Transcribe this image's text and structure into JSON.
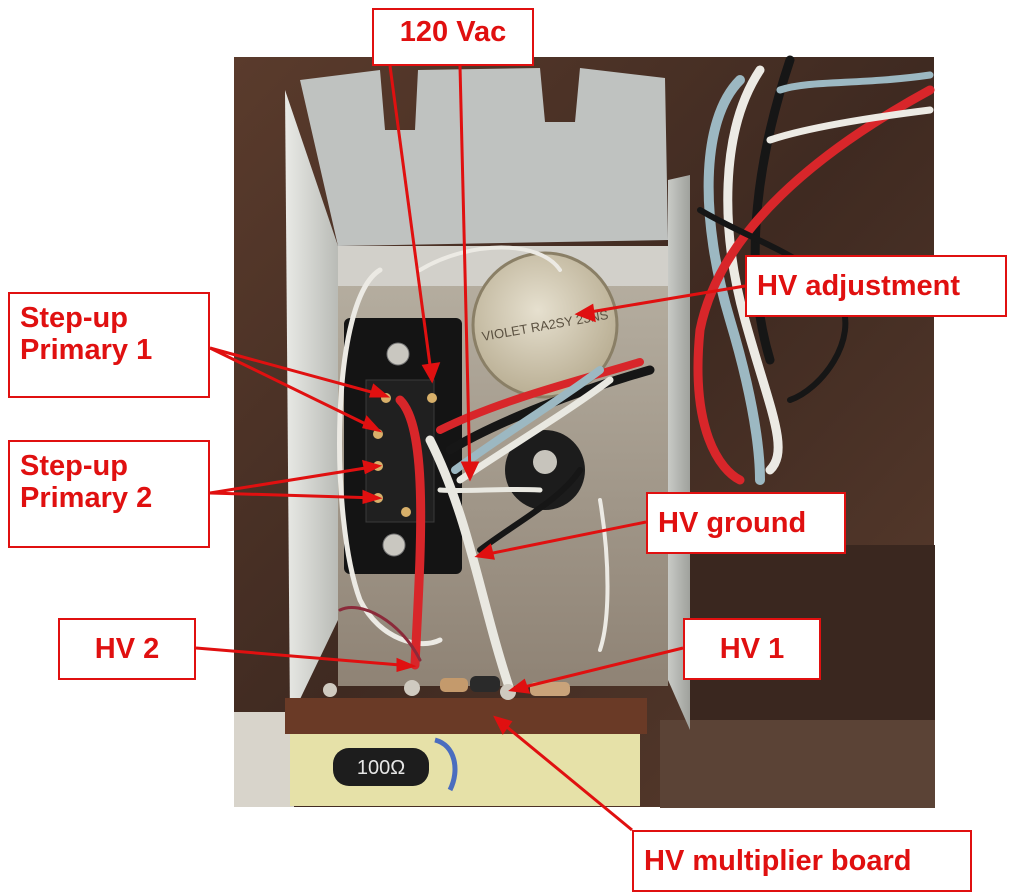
{
  "labels": {
    "ac_input": "120 Vac",
    "hv_adjustment": "HV adjustment",
    "step_up_primary_1": [
      "Step-up",
      "Primary 1"
    ],
    "step_up_primary_2": [
      "Step-up",
      "Primary 2"
    ],
    "hv_ground": "HV ground",
    "hv_2": "HV 2",
    "hv_1": "HV 1",
    "hv_multiplier_board": "HV multiplier board"
  },
  "component_text": {
    "potentiometer": "VIOLET RA2SY 23NS",
    "resistor": "100Ω"
  },
  "colors": {
    "annotation": "#e01010",
    "background_wood": "#4a3126",
    "chassis": "#cfd0cc",
    "transformer": "#121212",
    "red_wire": "#d8262a",
    "white_wire": "#e9e8e1",
    "blue_wire": "#9cb8c2",
    "black_wire": "#161616"
  }
}
